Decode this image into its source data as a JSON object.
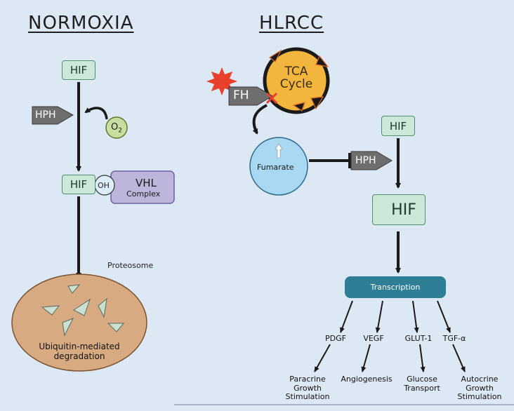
{
  "normoxia": {
    "title": "NORMOXIA",
    "hif_top": "HIF",
    "hph": "HPH",
    "o2": "O",
    "o2_sub": "2",
    "hif_mid": "HIF",
    "oh": "OH",
    "vhl_title": "VHL",
    "vhl_sub": "Complex",
    "proteosome": "Proteosome",
    "degradation": "Ubiquitin-mediated\ndegradation"
  },
  "hlrcc": {
    "title": "HLRCC",
    "tca": "TCA\nCycle",
    "fh": "FH",
    "fumarate": "Fumarate",
    "hph": "HPH",
    "hif_top": "HIF",
    "hif_big": "HIF",
    "transcription": "Transcription",
    "genes": [
      "PDGF",
      "VEGF",
      "GLUT-1",
      "TGF-α"
    ],
    "outcomes": [
      "Paracrine\nGrowth\nStimulation",
      "Angiogenesis",
      "Glucose\nTransport",
      "Autocrine\nGrowth\nStimulation"
    ]
  },
  "colors": {
    "hif_fill": "#cce8d9",
    "hph_fill": "#6e6e6e",
    "o2_fill": "#c8dea0",
    "vhl_fill": "#bdb5dc",
    "proteosome_fill": "#d7aa82",
    "tca_fill": "#f2b53d",
    "fumarate_fill": "#a9d8f2",
    "transcription_fill": "#2e7e95",
    "burst": "#e8402a",
    "background": "#dde8f5"
  }
}
